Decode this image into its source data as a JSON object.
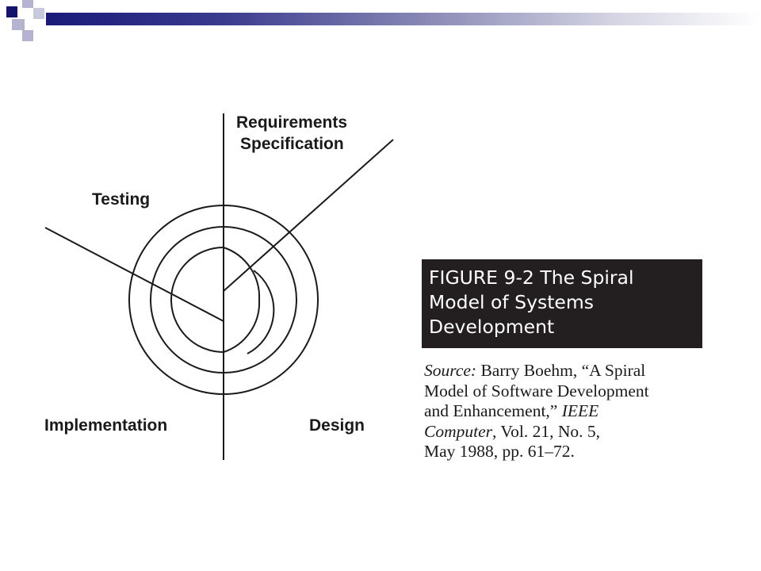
{
  "header": {
    "colors": {
      "dark_square": "#14146e",
      "light_square": "#b4b4d2",
      "bar_start": "#1a1a7a"
    }
  },
  "diagram": {
    "labels": {
      "requirements_line1": "Requirements",
      "requirements_line2": "Specification",
      "testing": "Testing",
      "implementation": "Implementation",
      "design": "Design"
    }
  },
  "figure_caption": {
    "line1": "FIGURE 9-2  The Spiral",
    "line2": "Model of Systems",
    "line3": "Development"
  },
  "source": {
    "label": "Source:",
    "line1_rest": " Barry Boehm, “A Spiral",
    "line2": "Model of Software Development",
    "line3_prefix": "and Enhancement,” ",
    "line3_journal": "IEEE",
    "line4_journal": "Computer",
    "line4_rest": ", Vol. 21, No. 5,",
    "line5": "May 1988, pp. 61–72."
  }
}
